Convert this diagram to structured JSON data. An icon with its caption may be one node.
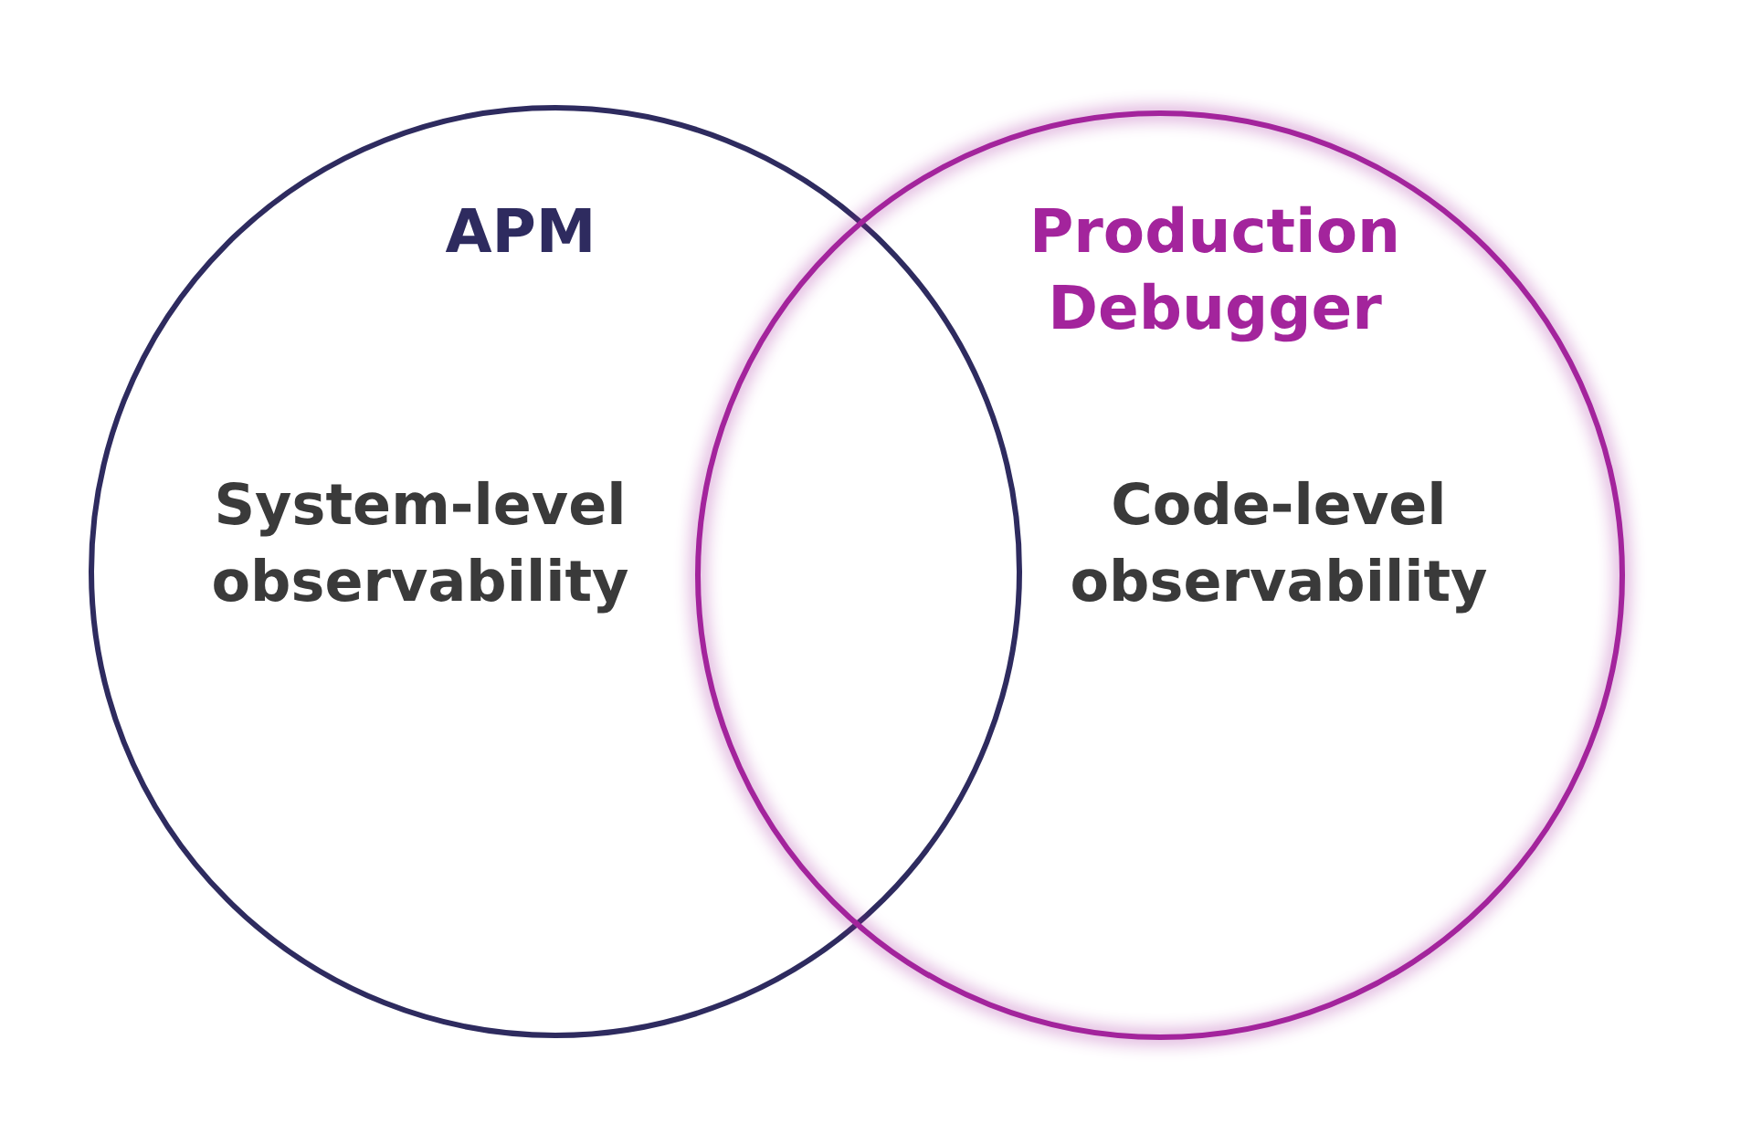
{
  "diagram": {
    "nodes": [
      {
        "text": [
          "APM",
          "System-level observability"
        ]
      },
      {
        "text": [
          "Production Debugger",
          "Code-level observability"
        ]
      }
    ]
  }
}
